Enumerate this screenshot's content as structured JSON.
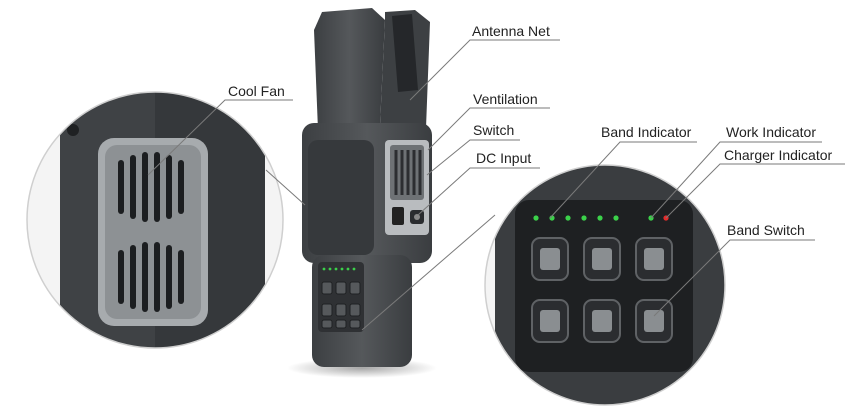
{
  "labels": {
    "antenna_net": "Antenna Net",
    "ventilation": "Ventilation",
    "switch": "Switch",
    "dc_input": "DC Input",
    "cool_fan": "Cool Fan",
    "band_indicator": "Band Indicator",
    "work_indicator": "Work Indicator",
    "charger_indicator": "Charger Indicator",
    "band_switch": "Band Switch"
  },
  "indicators": {
    "band_led_count": 6,
    "band_led_color": "#3bd14a",
    "work_led_color": "#3bd14a",
    "charger_led_color": "#e52b2b"
  },
  "colors": {
    "device_body": "#4a4d50",
    "device_dark": "#333538",
    "button_face": "#8a8e91",
    "fan_grille": "#9ea2a5"
  }
}
